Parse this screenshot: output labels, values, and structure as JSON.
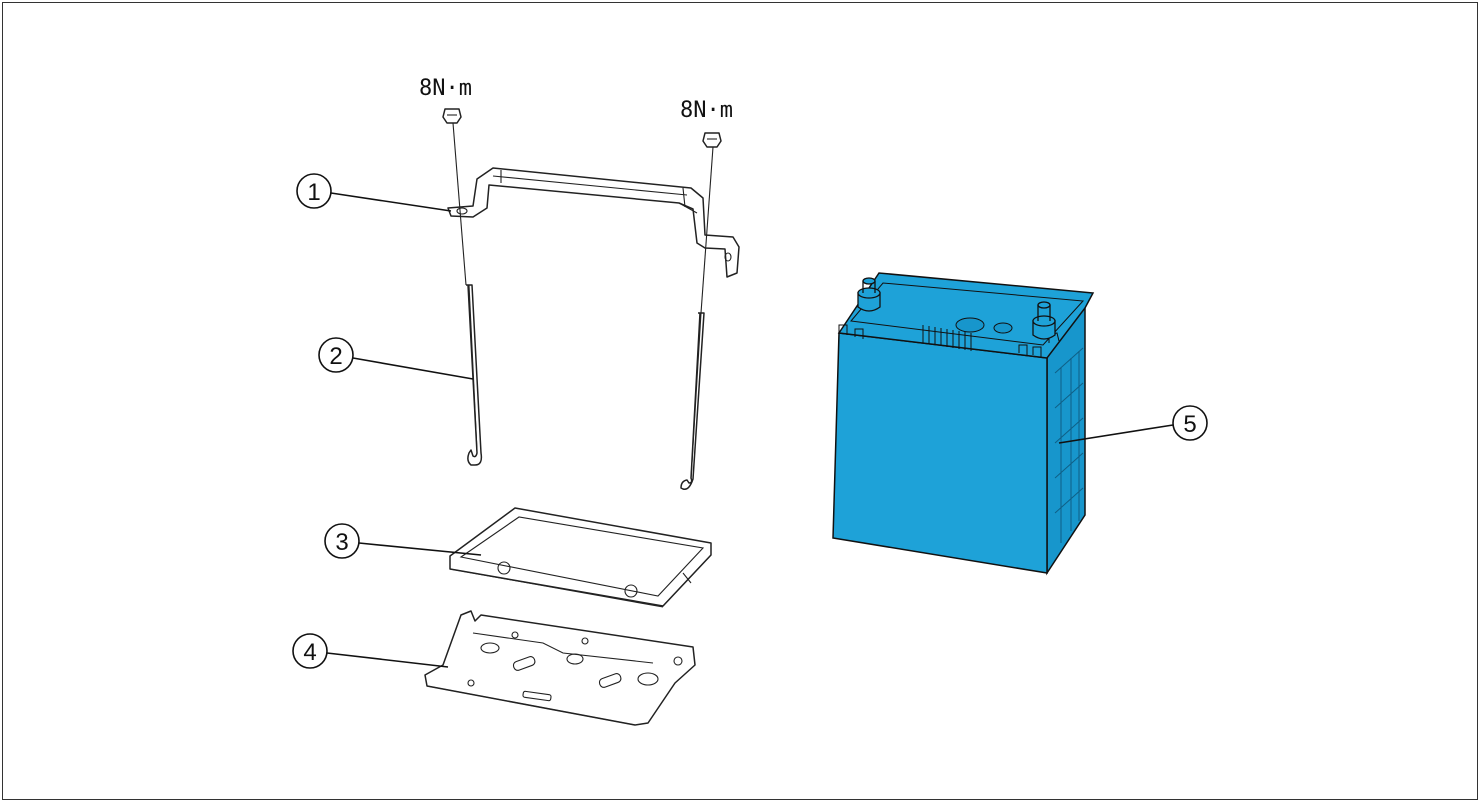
{
  "torque_labels": [
    "8N·m",
    "8N·m"
  ],
  "callouts": [
    "1",
    "2",
    "3",
    "4",
    "5"
  ],
  "colors": {
    "battery": "#1ea2d8",
    "battery_dark": "#0f5f86",
    "line": "#111111"
  }
}
